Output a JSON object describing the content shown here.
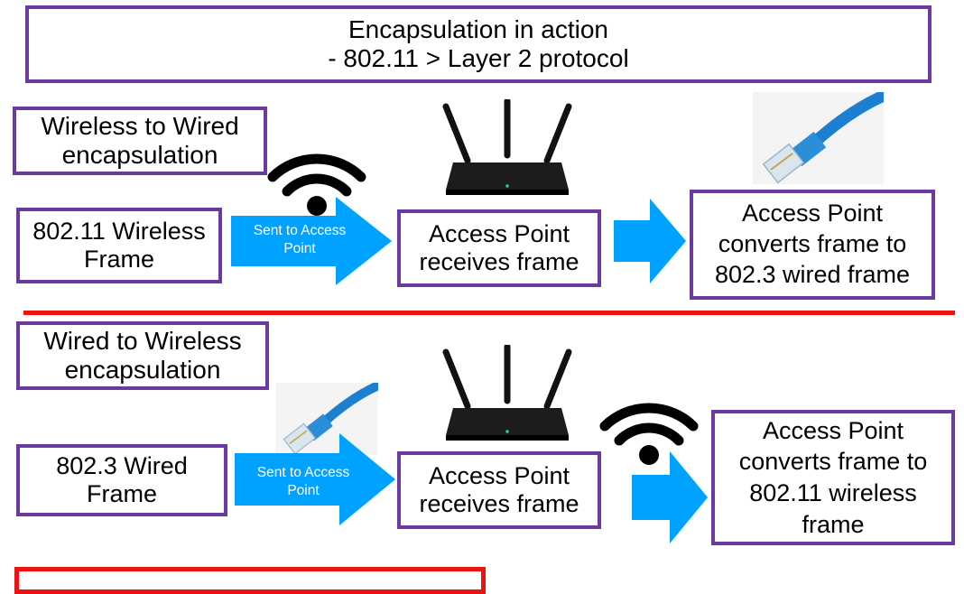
{
  "title": {
    "line1": "Encapsulation in action",
    "line2": "- 802.11 > Layer 2 protocol"
  },
  "colors": {
    "box_border": "#6a3aa0",
    "arrow_fill": "#00a2ff",
    "divider": "#ee1111",
    "bottom_box_border": "#ee1111"
  },
  "top_section": {
    "heading": {
      "line1": "Wireless to Wired",
      "line2": "encapsulation"
    },
    "source_frame": {
      "line1": "802.11 Wireless",
      "line2": "Frame"
    },
    "arrow1_label": {
      "line1": "Sent to Access",
      "line2": "Point"
    },
    "access_point": {
      "line1": "Access Point",
      "line2": "receives frame"
    },
    "result": {
      "line1": "Access Point",
      "line2": "converts frame to",
      "line3": "802.3 wired frame"
    },
    "icons": [
      "wifi-icon",
      "router-image",
      "ethernet-cable-image"
    ]
  },
  "bottom_section": {
    "heading": {
      "line1": "Wired to Wireless",
      "line2": "encapsulation"
    },
    "source_frame": {
      "line1": "802.3 Wired",
      "line2": "Frame"
    },
    "arrow1_label": {
      "line1": "Sent to Access",
      "line2": "Point"
    },
    "access_point": {
      "line1": "Access Point",
      "line2": "receives frame"
    },
    "result": {
      "line1": "Access Point",
      "line2": "converts frame to",
      "line3": "802.11 wireless",
      "line4": "frame"
    },
    "icons": [
      "ethernet-cable-image",
      "router-image",
      "wifi-icon"
    ]
  }
}
